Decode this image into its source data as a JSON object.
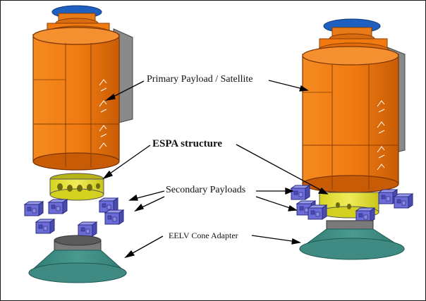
{
  "labels": {
    "primary_payload": "Primary Payload / Satellite",
    "espa_structure": "ESPA structure",
    "secondary_payloads": "Secondary Payloads",
    "eelv_cone_adapter": "EELV Cone Adapter"
  },
  "colors": {
    "satellite_orange": "#f07a10",
    "satellite_dark": "#b84e05",
    "top_disk_blue": "#1f5fc0",
    "solar_panel_gray": "#8a8a8a",
    "espa_ring_yellow": "#e0dc2a",
    "secondary_payload_blue": "#6b6cd8",
    "cone_teal": "#3f8a82",
    "adapter_gray": "#7a7a7a"
  }
}
